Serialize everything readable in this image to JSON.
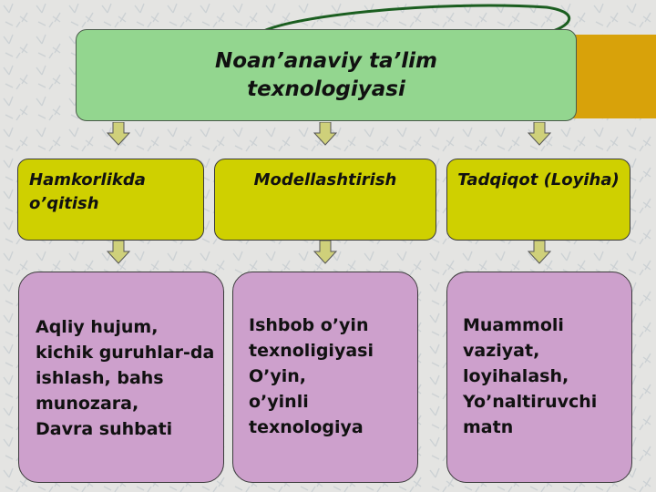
{
  "title": "Noan’anaviy ta’lim texnologiyasi",
  "categories": [
    {
      "label": "Hamkorlikda o’qitish"
    },
    {
      "label": "Modellashtirish"
    },
    {
      "label": "Tadqiqot (Loyiha)"
    }
  ],
  "details": [
    {
      "text": "Aqliy hujum,\n kichik guruhlar-da ishlash, bahs munozara,\nDavra suhbati"
    },
    {
      "text": "Ishbob o’yin texnoligiyasi\nO’yin,\n o’yinli texnologiya"
    },
    {
      "text": "Muammoli vaziyat,\nloyihalash,\nYo’naltiruvchi matn"
    }
  ],
  "colors": {
    "title_box": "#93d68f",
    "category_box": "#cfd000",
    "detail_box": "#cda0cc",
    "arrow": "#cfd07a",
    "accent_band": "#d8a20a"
  }
}
